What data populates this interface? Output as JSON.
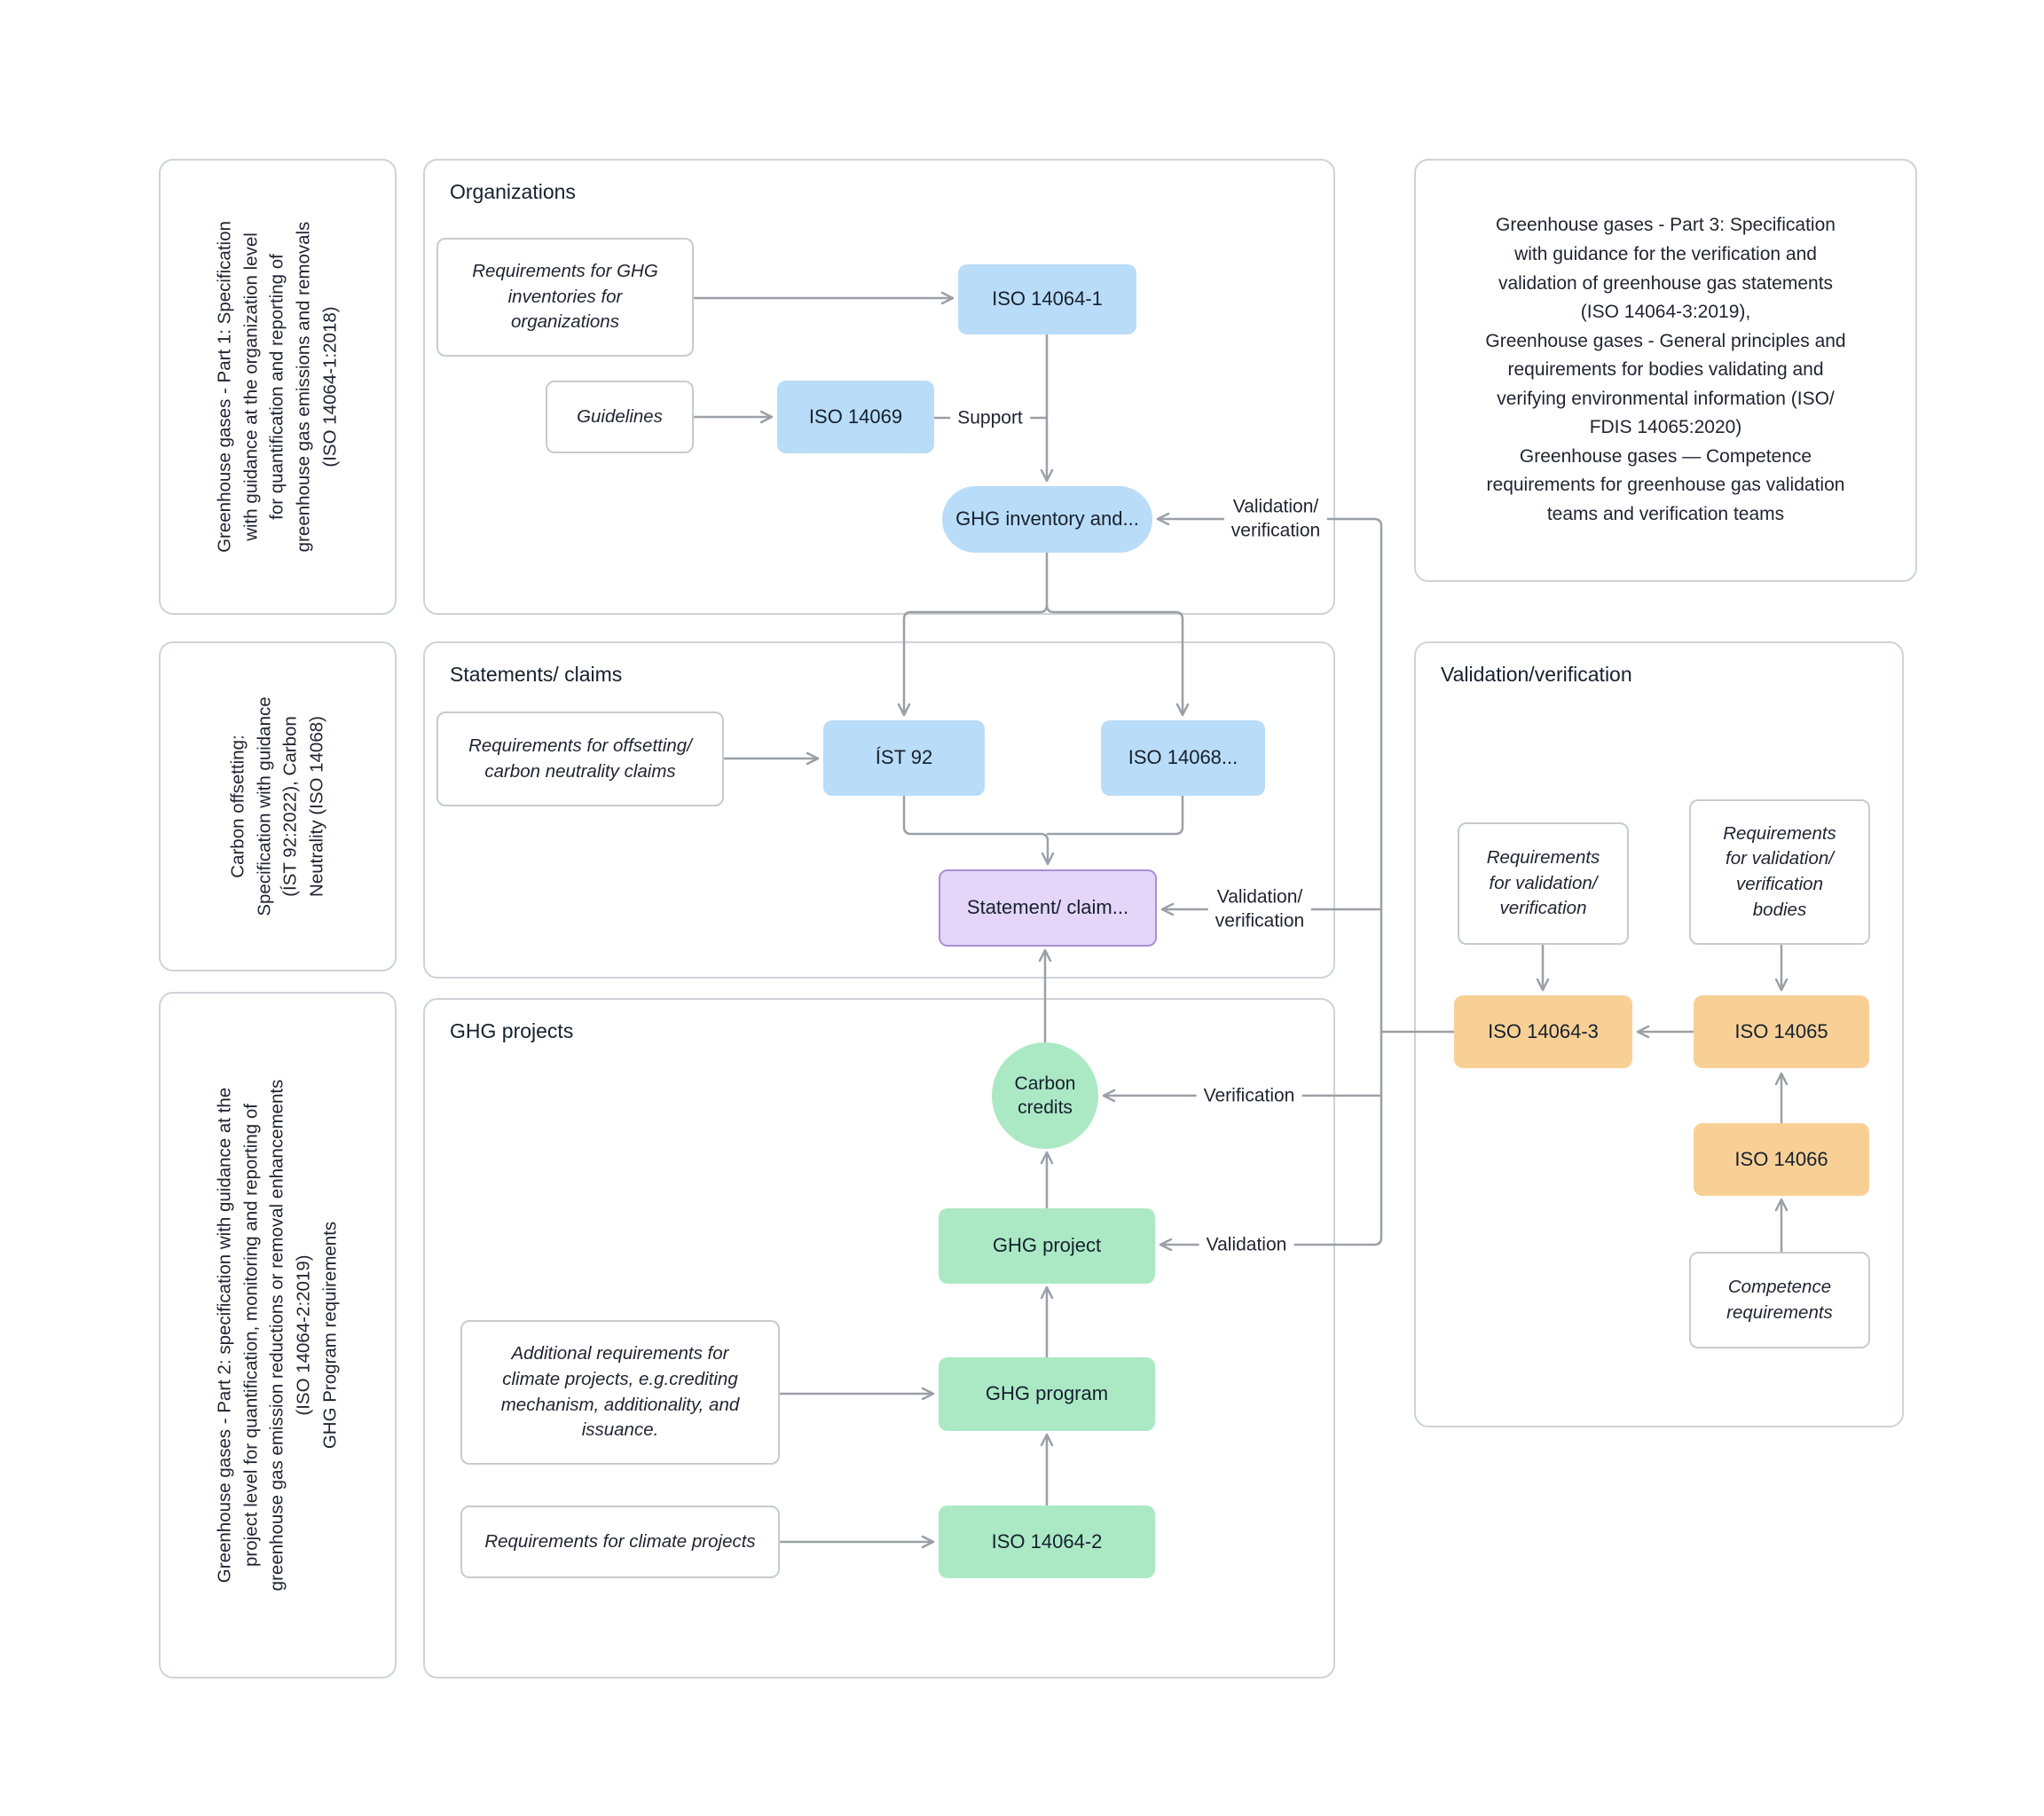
{
  "colors": {
    "node_blue": "#b9dcf8",
    "node_green": "#abe9c5",
    "node_orange": "#f8d095",
    "node_purple_fill": "#e4d6f8",
    "node_purple_border": "#a98fd6",
    "connector_gray": "#9aa0a6",
    "panel_border": "#cfd3d8",
    "text_dark": "#1f2430"
  },
  "sidebars": {
    "part1": "Greenhouse gases - Part 1: Specification\nwith guidance at the organization level\nfor quantification and reporting of\ngreenhouse gas emissions and removals\n(ISO 14064-1:2018)",
    "offsetting": "Carbon offsetting:\nSpecification with guidance\n(ÍST 92:2022), Carbon\nNeutrality (ISO 14068)",
    "part2": "Greenhouse gases - Part 2: specification with guidance at the\nproject level for quantification,  monitoring and reporting of\ngreenhouse gas emission reductions or removal enhancements\n(ISO 14064-2:2019)\nGHG Program requirements",
    "part3": "Greenhouse gases - Part 3: Specification\nwith guidance for the verification and\nvalidation of greenhouse gas statements\n(ISO 14064-3:2019),\nGreenhouse gases - General principles and\nrequirements for bodies validating and\nverifying  environmental information  (ISO/\nFDIS 14065:2020)\nGreenhouse gases — Competence\nrequirements for greenhouse gas validation\nteams and verification teams"
  },
  "panels": {
    "organizations": {
      "title": "Organizations"
    },
    "statements": {
      "title": "Statements/ claims"
    },
    "ghg_projects": {
      "title": "GHG projects"
    },
    "validation": {
      "title": "Validation/verification"
    }
  },
  "nodes": {
    "req_ghg_inventories": "Requirements for GHG\ninventories for\norganizations",
    "guidelines": "Guidelines",
    "iso_14064_1": "ISO 14064-1",
    "iso_14069": "ISO 14069",
    "ghg_inventory": "GHG inventory and...",
    "req_offsetting": "Requirements for offsetting/\ncarbon neutrality claims",
    "ist_92": "ÍST 92",
    "iso_14068": "ISO 14068...",
    "statement_claim": "Statement/ claim...",
    "carbon_credits": "Carbon\ncredits",
    "ghg_project": "GHG project",
    "ghg_program": "GHG program",
    "iso_14064_2": "ISO 14064-2",
    "additional_requirements": "Additional requirements for\nclimate projects, e.g.crediting\nmechanism, additionality, and\nissuance.",
    "req_climate_projects": "Requirements for climate projects",
    "req_validation": "Requirements\nfor validation/\nverification",
    "req_validation_bodies": "Requirements\nfor validation/\nverification\nbodies",
    "iso_14064_3": "ISO 14064-3",
    "iso_14065": "ISO 14065",
    "iso_14066": "ISO 14066",
    "competence_requirements": "Competence\nrequirements"
  },
  "labels": {
    "support": "Support",
    "validation_verification_top": "Validation/\nverification",
    "validation_verification_mid": "Validation/\nverification",
    "verification": "Verification",
    "validation": "Validation"
  }
}
